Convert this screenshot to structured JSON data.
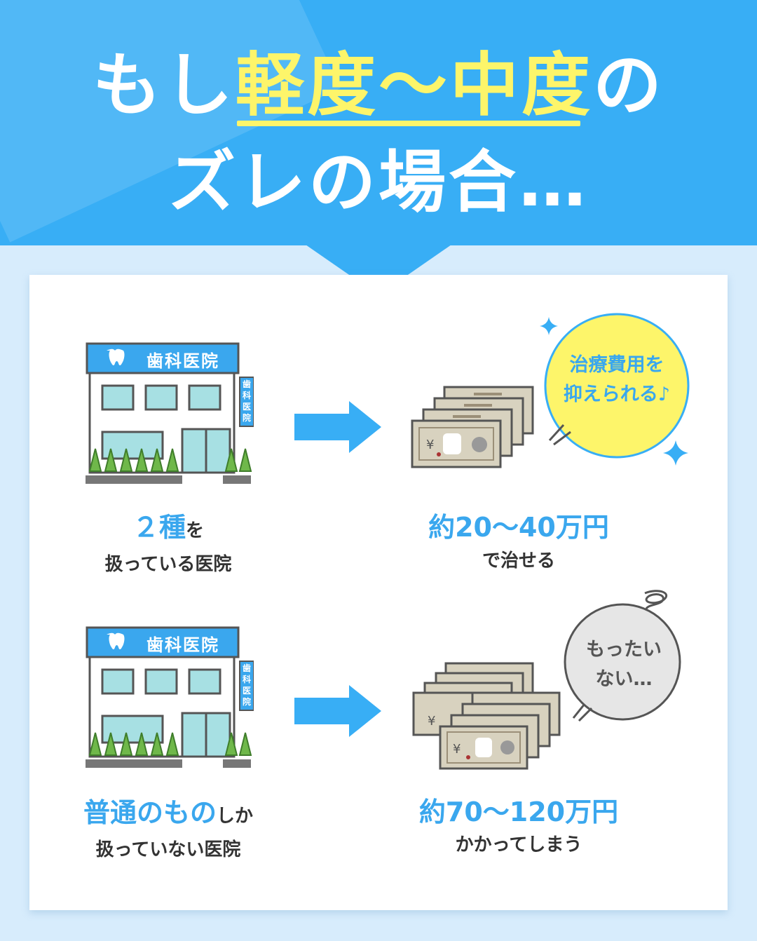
{
  "header": {
    "title_line1_pre": "もし",
    "title_line1_highlight": "軽度〜中度",
    "title_line1_post": "の",
    "title_line2": "ズレの場合…",
    "accent_color": "#fdf56a",
    "bg_color": "#38aef5"
  },
  "clinic_sign": "歯科医院",
  "clinic_side_sign": [
    "歯",
    "科",
    "医",
    "院"
  ],
  "rows": [
    {
      "clinic_highlight": "２種",
      "clinic_suffix": "を",
      "clinic_line2": "扱っている医院",
      "cost_highlight": "約20〜40万円",
      "cost_line2": "で治せる",
      "bubble_line1": "治療費用を",
      "bubble_line2": "抑えられる♪"
    },
    {
      "clinic_highlight": "普通のもの",
      "clinic_suffix": "しか",
      "clinic_line2": "扱っていない医院",
      "cost_highlight": "約70〜120万円",
      "cost_line2": "かかってしまう",
      "bubble_line1": "もったい",
      "bubble_line2": "ない…"
    }
  ],
  "yen_symbol": "¥",
  "colors": {
    "accent_blue": "#3aa7ee",
    "bubble_yellow": "#fdf56a",
    "bubble_gray": "#e6e6e6",
    "sparkle": "#38aef5"
  }
}
